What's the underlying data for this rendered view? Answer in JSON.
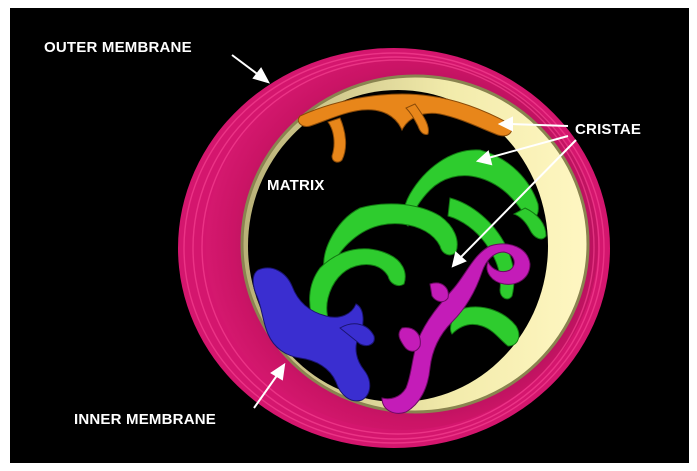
{
  "labels": {
    "outer_membrane": "OUTER MEMBRANE",
    "cristae": "CRISTAE",
    "matrix": "MATRIX",
    "inner_membrane": "INNER MEMBRANE"
  },
  "colors": {
    "background": "#000000",
    "outer_membrane": "#d4166e",
    "inner_membrane": "#efe6a0",
    "crista_green": "#2ecc2e",
    "crista_orange": "#e8861a",
    "crista_magenta": "#c41cb8",
    "crista_blue": "#3a2ed0"
  }
}
